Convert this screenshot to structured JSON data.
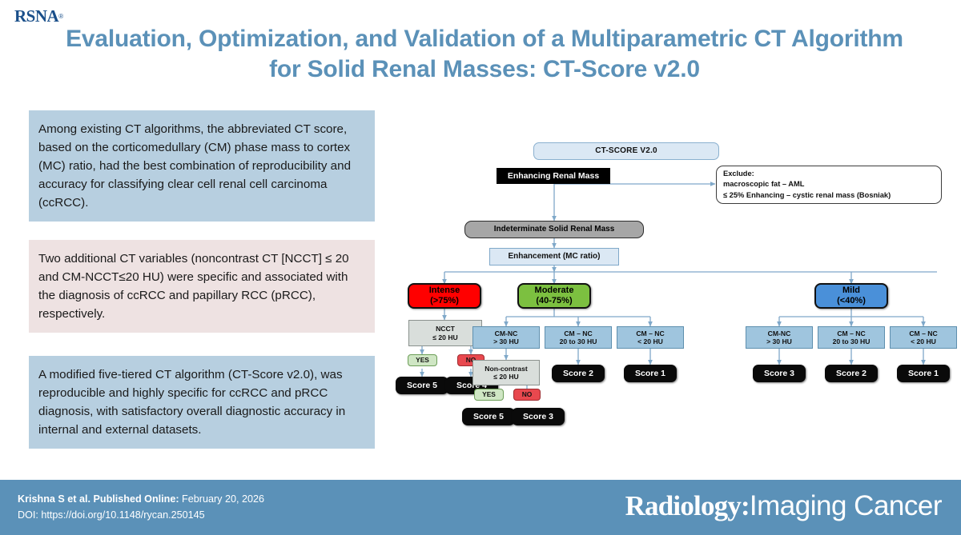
{
  "brand": {
    "logo_text": "RSNA",
    "logo_tm": "®"
  },
  "title": "Evaluation, Optimization, and Validation of a Multiparametric CT Algorithm for Solid Renal Masses: CT-Score v2.0",
  "findings": [
    {
      "id": "finding-1",
      "text": "Among existing CT algorithms, the abbreviated CT score, based on the corticomedullary (CM) phase mass to cortex (MC) ratio, had the best combination of reproducibility and accuracy for classifying clear cell renal cell carcinoma (ccRCC).",
      "background": "#b7cfe0"
    },
    {
      "id": "finding-2",
      "text": "Two additional CT variables (noncontrast CT [NCCT] ≤ 20 and CM-NCCT≤20 HU) were specific and associated with the diagnosis of ccRCC and papillary RCC (pRCC), respectively.",
      "background": "#eee2e2"
    },
    {
      "id": "finding-3",
      "text": "A modified five-tiered CT algorithm (CT-Score v2.0), was reproducible and highly specific for ccRCC and pRCC diagnosis, with satisfactory overall diagnostic accuracy in internal and external datasets.",
      "background": "#b7cfe0"
    }
  ],
  "flowchart": {
    "header": "CT-SCORE V2.0",
    "root": "Enhancing Renal Mass",
    "exclude": {
      "line1": "Exclude:",
      "line2": "macroscopic fat – AML",
      "line3": "≤ 25% Enhancing – cystic renal mass (Bosniak)"
    },
    "indeterminate": "Indeterminate Solid Renal Mass",
    "enhancement": "Enhancement (MC ratio)",
    "categories": [
      {
        "name": "Intense",
        "range": "(>75%)",
        "color": "#ff0000"
      },
      {
        "name": "Moderate",
        "range": "(40-75%)",
        "color": "#7cc040"
      },
      {
        "name": "Mild",
        "range": "(<40%)",
        "color": "#4a90d9"
      }
    ],
    "intense_branch": {
      "criterion_l1": "NCCT",
      "criterion_l2": "≤ 20 HU",
      "yes_label": "YES",
      "no_label": "NO",
      "yes_score": "Score 5",
      "no_score": "Score 4"
    },
    "moderate_branch": [
      {
        "crit_l1": "CM-NC",
        "crit_l2": "> 30 HU",
        "score": null
      },
      {
        "crit_l1": "CM – NC",
        "crit_l2": "20 to 30 HU",
        "score": "Score 2"
      },
      {
        "crit_l1": "CM – NC",
        "crit_l2": "< 20 HU",
        "score": "Score 1"
      }
    ],
    "moderate_subbranch": {
      "criterion_l1": "Non-contrast",
      "criterion_l2": "≤ 20 HU",
      "yes_label": "YES",
      "no_label": "NO",
      "yes_score": "Score 5",
      "no_score": "Score 3"
    },
    "mild_branch": [
      {
        "crit_l1": "CM-NC",
        "crit_l2": "> 30 HU",
        "score": "Score 3"
      },
      {
        "crit_l1": "CM – NC",
        "crit_l2": "20 to 30 HU",
        "score": "Score 2"
      },
      {
        "crit_l1": "CM – NC",
        "crit_l2": "< 20 HU",
        "score": "Score 1"
      }
    ]
  },
  "footer": {
    "authors": "Krishna S et al. Published Online:",
    "pub_date": " February 20, 2026",
    "doi": "DOI: https://doi.org/10.1148/rycan.250145",
    "journal_bold": "Radiology:",
    "journal_light": "Imaging Cancer",
    "background": "#5b91b8"
  }
}
